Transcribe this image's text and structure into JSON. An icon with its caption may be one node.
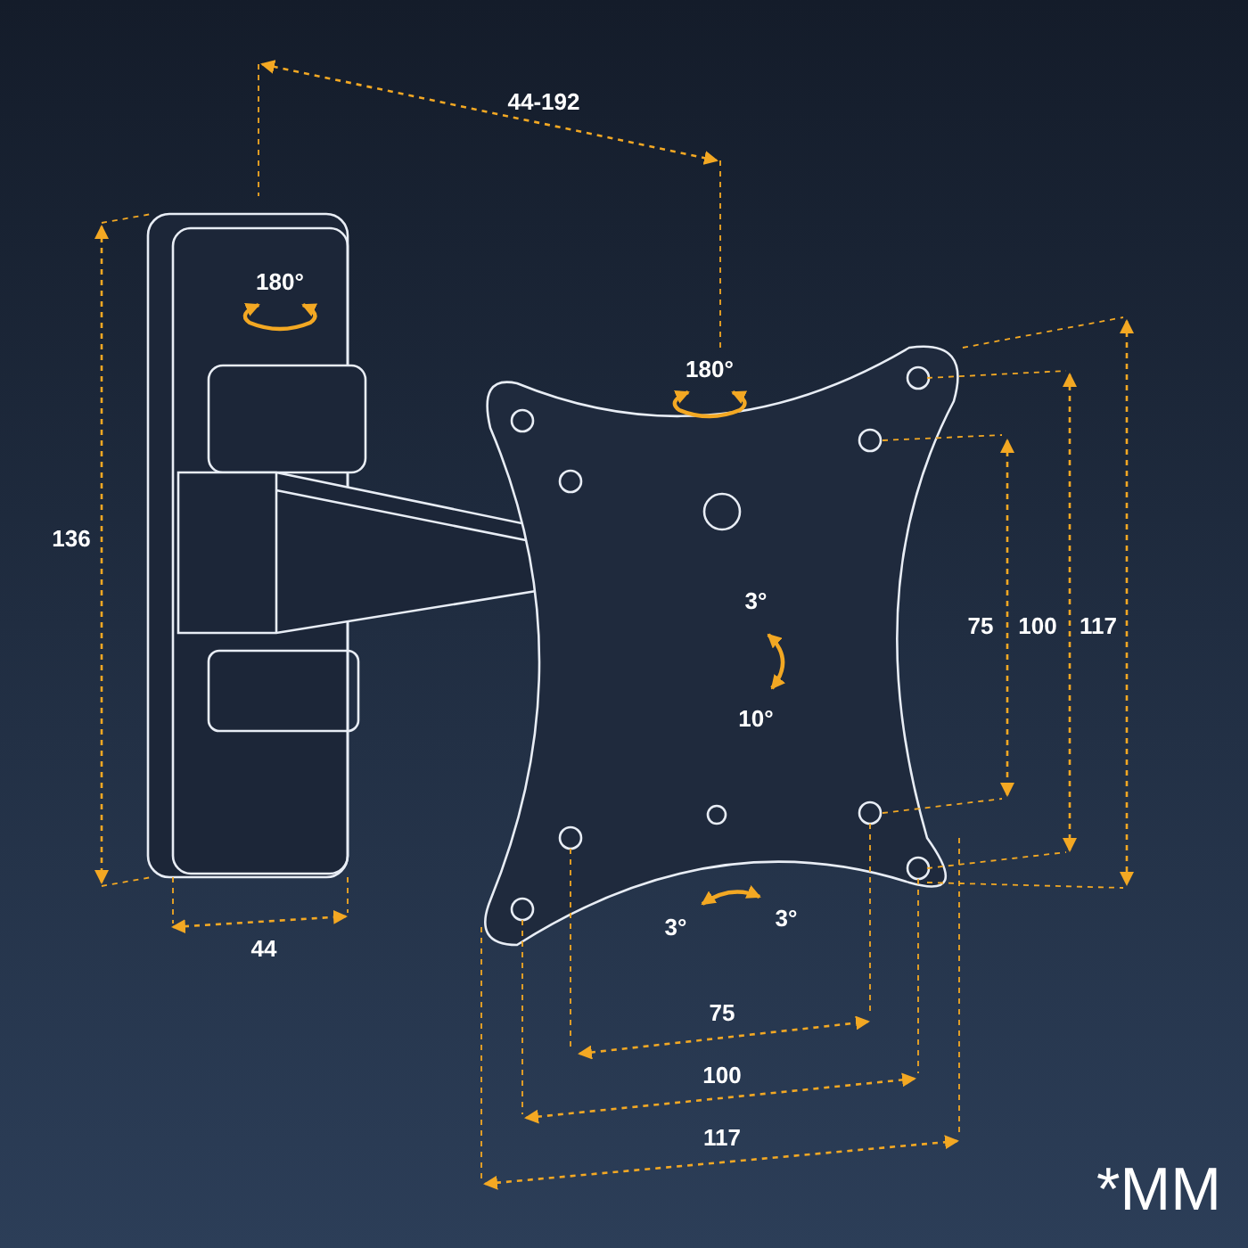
{
  "diagram": {
    "labels": [
      "44-192",
      "180°",
      "180°",
      "136",
      "3°",
      "75",
      "100",
      "117",
      "10°",
      "44",
      "3°",
      "3°",
      "75",
      "100",
      "117",
      "*MM"
    ]
  }
}
